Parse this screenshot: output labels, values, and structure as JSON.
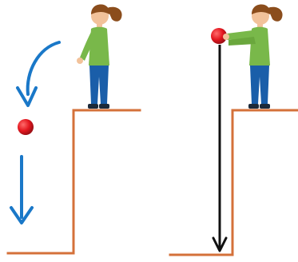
{
  "scenes": [
    {
      "id": "drop-scene",
      "description_visible": "",
      "elements": {
        "figure": "girl-figure",
        "ball": "red-ball",
        "motion": [
          "curved-arrow",
          "down-arrow"
        ],
        "terrain": "step-ledge"
      }
    },
    {
      "id": "hold-scene",
      "description_visible": "",
      "elements": {
        "figure": "girl-figure",
        "ball": "red-ball",
        "measure": "height-arrow",
        "terrain": "step-ledge"
      }
    }
  ],
  "colors": {
    "ledge": "#d4713a",
    "ball": "#e4171f",
    "ball_dark": "#8f1116",
    "arrow_blue": "#1a78c8",
    "arrow_black": "#111111",
    "shirt": "#79b84a",
    "pants": "#1a5ea9",
    "skin": "#f2c29a",
    "hair": "#8b4d1c",
    "shoe": "#1c2a3a"
  }
}
